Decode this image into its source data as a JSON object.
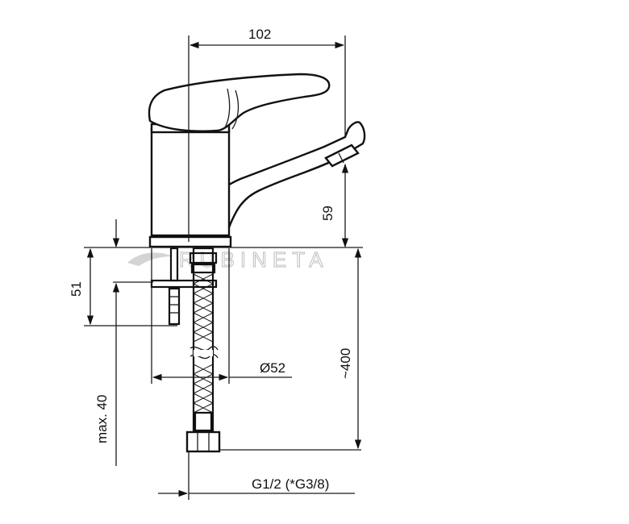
{
  "dimensions": {
    "width_top": "102",
    "spout_height": "59",
    "mount_depth": "51",
    "total_length": "~400",
    "base_diameter": "Ø52",
    "max_thickness": "max. 40",
    "connection": "G1/2 (*G3/8)"
  },
  "watermark": "RUBINETA"
}
